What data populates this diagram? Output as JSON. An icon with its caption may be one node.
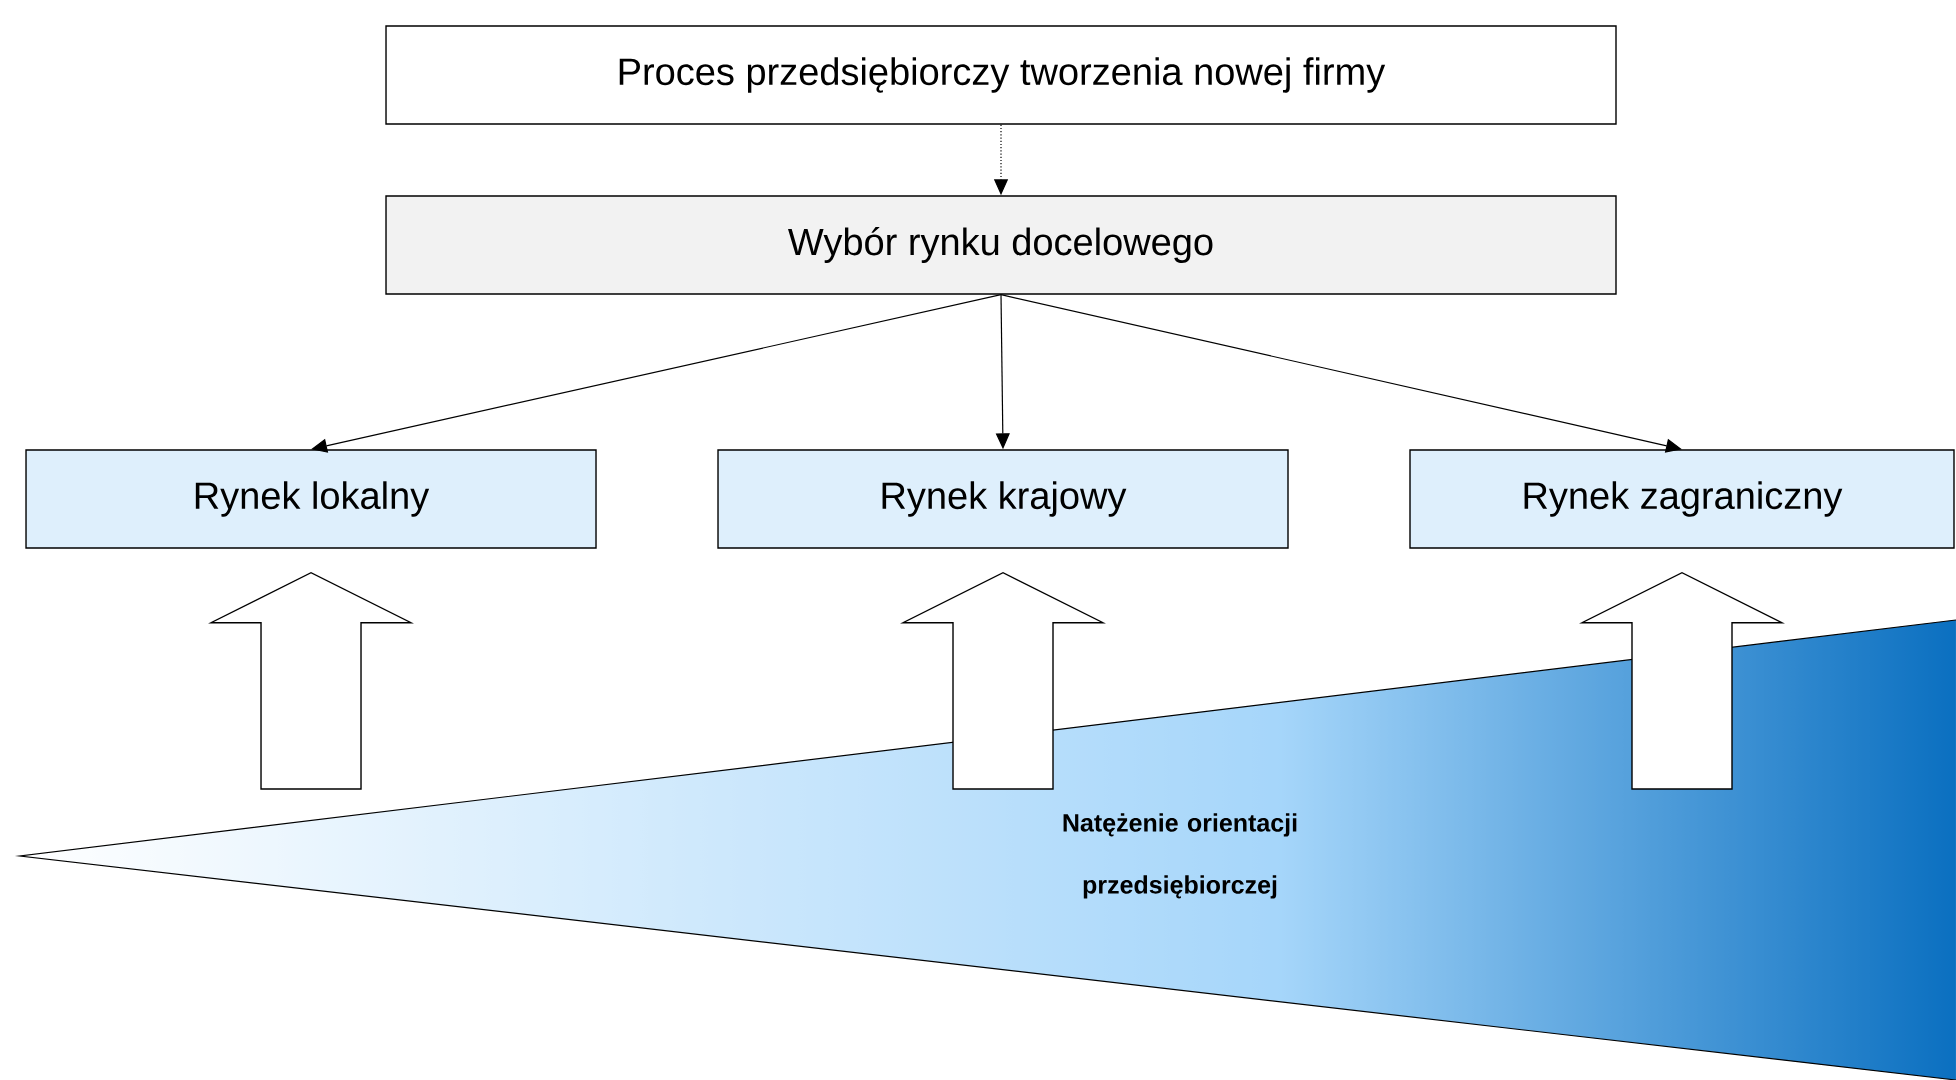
{
  "diagram": {
    "nodes": [
      {
        "text": [
          "Proces przedsiębiorczy tworzenia nowej firmy"
        ]
      },
      {
        "text": [
          "Wybór rynku docelowego"
        ]
      },
      {
        "text": [
          "Rynek lokalny"
        ]
      },
      {
        "text": [
          "Rynek krajowy"
        ]
      },
      {
        "text": [
          "Rynek zagraniczny"
        ]
      },
      {
        "text": [
          "Natężenie orientacji przedsiębiorczej"
        ]
      }
    ],
    "edges": [
      {
        "from": 0,
        "to": 1,
        "arrow": "to",
        "style": "dashed"
      },
      {
        "from": 1,
        "to": 2,
        "arrow": "to"
      },
      {
        "from": 1,
        "to": 3,
        "arrow": "to"
      },
      {
        "from": 1,
        "to": 4,
        "arrow": "to"
      },
      {
        "from": 5,
        "to": 2,
        "arrow": "to",
        "style": "thick"
      },
      {
        "from": 5,
        "to": 3,
        "arrow": "to",
        "style": "thick"
      },
      {
        "from": 5,
        "to": 4,
        "arrow": "to",
        "style": "thick"
      }
    ]
  }
}
